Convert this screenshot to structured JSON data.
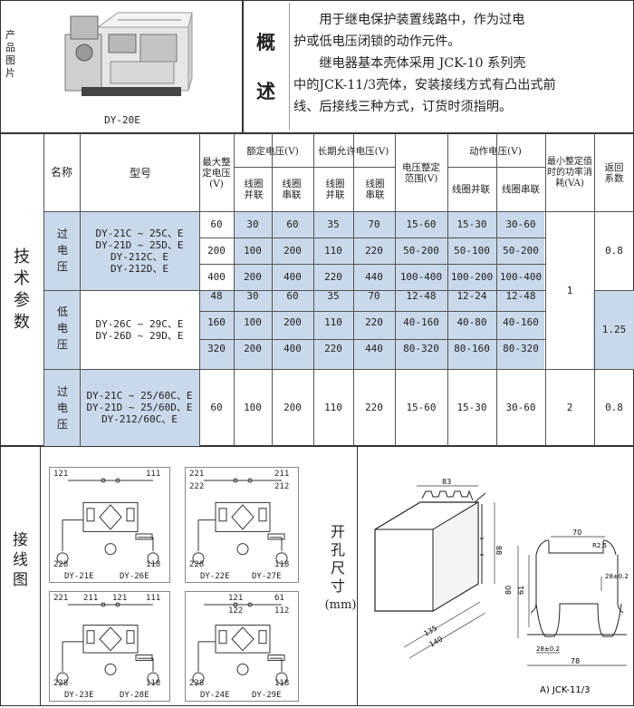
{
  "product": {
    "label": "产品图片",
    "model": "DY-20E"
  },
  "overview": {
    "label": "概述",
    "text1": "用于继电保护装置线路中，作为过电护或低电压闭锁的动作元件。",
    "line1": "　　用于继电保护装置线路中，作为过电",
    "line2": "护或低电压闭锁的动作元件。",
    "line3": "　　继电器基本壳体采用 JCK-10 系列壳",
    "line4": "中的JCK-11/3壳体，安装接线方式有凸出式前",
    "line5": "线、后接线三种方式，订货时须指明。"
  },
  "tech": {
    "label": "技术参数",
    "headers": {
      "name": "名称",
      "model": "型号",
      "max_voltage": "最大整定电压(V)",
      "rated": "额定电压(V)",
      "longterm": "长期允许电压(V)",
      "range": "电压整定范围(V)",
      "action": "动作电压(V)",
      "min_power": "最小整定值时的功率消耗(VA)",
      "return": "返回系数",
      "coil_parallel": "线圈并联",
      "coil_series": "线圈串联"
    },
    "groups": [
      {
        "name": "过电压",
        "models": [
          "DY-21C ~ 25C、E",
          "DY-21D ~ 25D、E",
          "DY-212C、E",
          "DY-212D、E"
        ],
        "rows": [
          [
            "60",
            "30",
            "60",
            "35",
            "70",
            "15-60",
            "15-30",
            "30-60"
          ],
          [
            "200",
            "100",
            "200",
            "110",
            "220",
            "50-200",
            "50-100",
            "50-200"
          ],
          [
            "400",
            "200",
            "400",
            "220",
            "440",
            "100-400",
            "100-200",
            "100-400"
          ]
        ],
        "return": "0.8"
      },
      {
        "name": "低电压",
        "models": [
          "DY-26C ~ 29C、E",
          "DY-26D ~ 29D、E"
        ],
        "rows": [
          [
            "48",
            "30",
            "60",
            "35",
            "70",
            "12-48",
            "12-24",
            "12-48"
          ],
          [
            "160",
            "100",
            "200",
            "110",
            "220",
            "40-160",
            "40-80",
            "40-160"
          ],
          [
            "320",
            "200",
            "400",
            "220",
            "440",
            "80-320",
            "80-160",
            "80-320"
          ]
        ],
        "return": "1.25"
      },
      {
        "name": "过电压",
        "models": [
          "DY-21C ~ 25/60C、E",
          "DY-21D ~ 25/60D、E",
          "DY-212/60C、E"
        ],
        "rows": [
          [
            "60",
            "100",
            "200",
            "110",
            "220",
            "15-60",
            "15-30",
            "30-60"
          ]
        ],
        "return": "0.8"
      }
    ],
    "power_1": "1",
    "power_2": "2"
  },
  "wiring": {
    "label": "接线图",
    "diagrams": [
      {
        "top_left": "121",
        "top_right": "111",
        "bottom_left": "228",
        "bottom_right": "118",
        "name_a": "DY-21E",
        "name_b": "DY-26E"
      },
      {
        "top_left": "221",
        "top_right": "211",
        "top2_left": "222",
        "top2_right": "212",
        "bottom_left": "228",
        "bottom_right": "118",
        "name_a": "DY-22E",
        "name_b": "DY-27E"
      },
      {
        "top_left": "221",
        "top_mid1": "211",
        "top_mid2": "121",
        "top_right": "111",
        "bottom_left": "228",
        "bottom_right": "118",
        "name_a": "DY-23E",
        "name_b": "DY-28E"
      },
      {
        "top_left": "",
        "top_mid": "121",
        "top_right": "61",
        "mid_left": "122",
        "mid_right": "112",
        "bottom_left": "228",
        "bottom_right": "118",
        "name_a": "DY-24E",
        "name_b": "DY-29E"
      }
    ]
  },
  "cutout": {
    "label": "开孔尺寸",
    "unit": "(mm)",
    "dims": {
      "top": "83",
      "side": "88",
      "depth1": "135",
      "depth2": "140",
      "w70": "70",
      "r25": "R2.5",
      "h28a": "28±0.2",
      "h80": "80",
      "h61": "61",
      "h28b": "28±0.2",
      "w78": "78"
    },
    "caption": "A) JCK-11/3"
  }
}
